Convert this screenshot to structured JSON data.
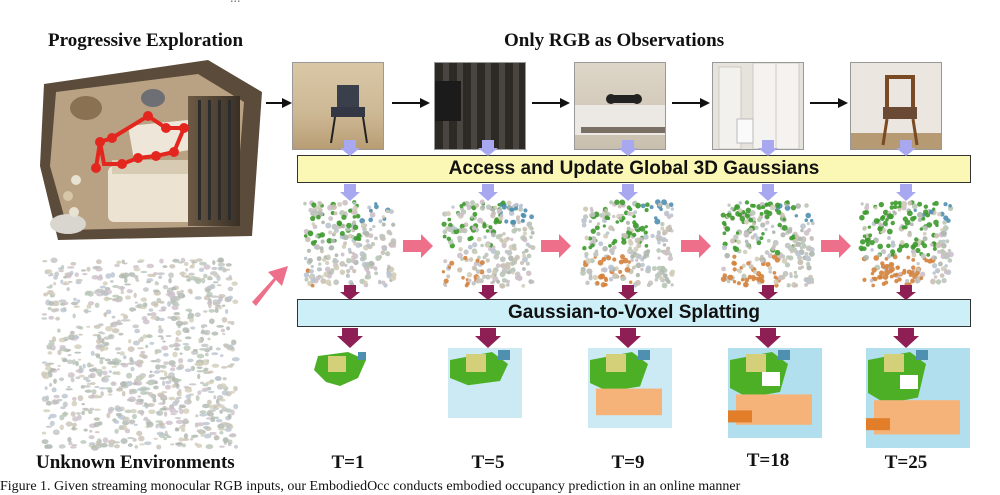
{
  "top_text": "...",
  "left_column": {
    "title_top": "Progressive Exploration",
    "title_bottom": "Unknown Environments"
  },
  "header": "Only RGB as Observations",
  "banners": {
    "access": "Access and Update Global 3D Gaussians",
    "splat": "Gaussian-to-Voxel Splatting"
  },
  "timesteps": [
    "T=1",
    "T=5",
    "T=9",
    "T=18",
    "T=25"
  ],
  "caption": "Figure 1.  Given streaming monocular RGB inputs, our EmbodiedOcc conducts embodied occupancy prediction in an online manner",
  "colors": {
    "banner_yellow": "#fbf7b4",
    "banner_cyan": "#cdeff8",
    "arrow_pink": "#ee6f8a",
    "arrow_lavender": "#a8a8f0",
    "arrow_maroon": "#8e1f55",
    "occ_green": "#4caf26",
    "occ_orange": "#f5b37a",
    "occ_lightblue": "#a9dceb",
    "occ_olive": "#d4d07a"
  },
  "icons": {
    "flow_arrow": "right-arrow-icon",
    "down_arrow": "down-arrow-icon"
  }
}
